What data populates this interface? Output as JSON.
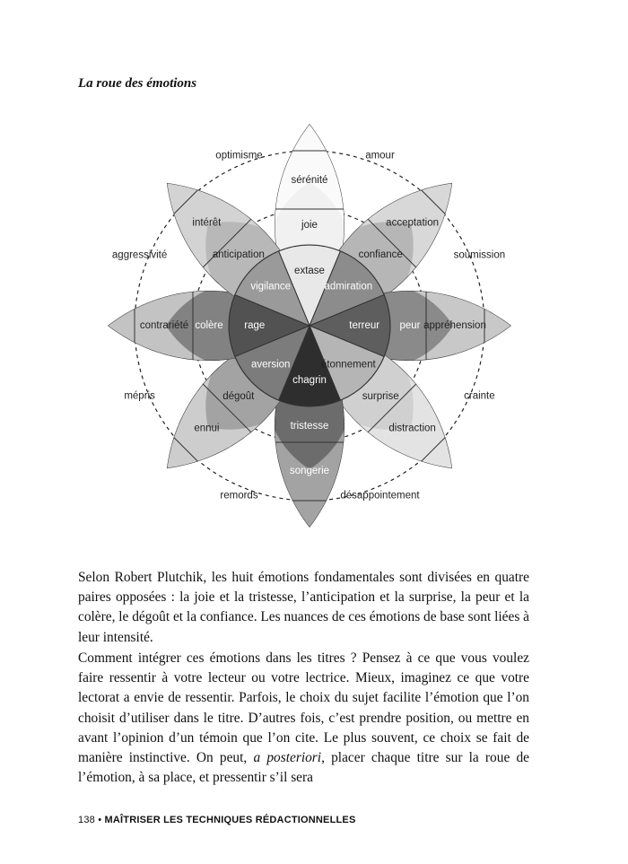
{
  "heading": "La roue des émotions",
  "wheel": {
    "inner_emotions": [
      "extase",
      "admiration",
      "terreur",
      "étonnement",
      "chagrin",
      "aversion",
      "rage",
      "vigilance"
    ],
    "middle_emotions": [
      "joie",
      "confiance",
      "peur",
      "surprise",
      "tristesse",
      "dégoût",
      "colère",
      "anticipation"
    ],
    "outer_emotions": [
      "sérénité",
      "acceptation",
      "appréhension",
      "distraction",
      "songerie",
      "ennui",
      "contrariété",
      "intérêt"
    ],
    "combinations": [
      "amour",
      "soumission",
      "crainte",
      "désappointement",
      "remords",
      "mépris",
      "aggressivité",
      "optimisme"
    ]
  },
  "paragraph_1": "Selon Robert Plutchik, les huit émotions fondamentales sont divisées en quatre paires opposées : la joie et la tristesse, l’anticipation et la surprise, la peur et la colère, le dégoût et la confiance. Les nuances de ces émotions de base sont liées à leur intensité.",
  "paragraph_2_start": "Comment intégrer ces émotions dans les titres ? Pensez à ce que vous voulez faire ressentir à votre lecteur ou votre lectrice. Mieux, imaginez ce que votre lectorat a envie de ressentir. Parfois, le choix du sujet facilite l’émotion que l’on choisit d’utiliser dans le titre. D’autres fois, c’est prendre position, ou mettre en avant l’opinion d’un témoin que l’on cite. Le plus souvent, ce choix se fait de manière instinctive. On peut, ",
  "paragraph_2_italic": "a posteriori",
  "paragraph_2_end": ", placer chaque titre sur la roue de l’émotion, à sa place, et pressentir s’il sera",
  "footer": {
    "page_number": "138",
    "separator": "•",
    "section_title": "MAÎTRISER LES TECHNIQUES RÉDACTIONNELLES"
  }
}
